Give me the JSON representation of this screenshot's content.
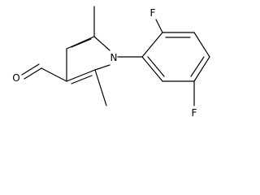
{
  "molecule": {
    "atoms": {
      "n1": "N",
      "o1": "O",
      "f1": "F",
      "f2": "F"
    },
    "colors": {
      "ink": "#000000",
      "background": "#ffffff"
    }
  }
}
